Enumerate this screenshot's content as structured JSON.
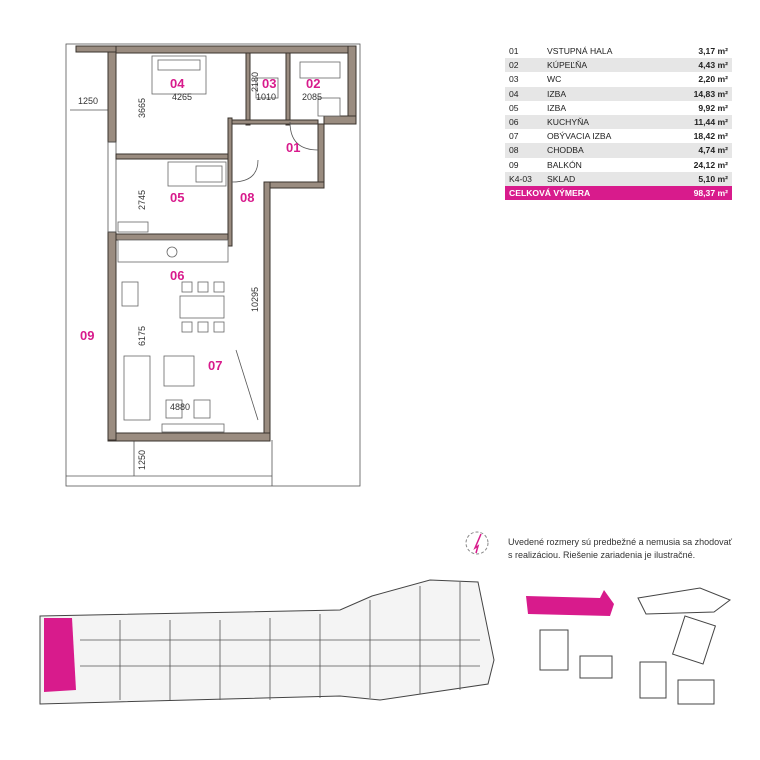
{
  "rooms": [
    {
      "num": "01",
      "name": "VSTUPNÁ HALA",
      "area": "3,17 m²"
    },
    {
      "num": "02",
      "name": "KÚPEĽŇA",
      "area": "4,43 m²"
    },
    {
      "num": "03",
      "name": "WC",
      "area": "2,20 m²"
    },
    {
      "num": "04",
      "name": "IZBA",
      "area": "14,83 m²"
    },
    {
      "num": "05",
      "name": "IZBA",
      "area": "9,92 m²"
    },
    {
      "num": "06",
      "name": "KUCHYŇA",
      "area": "11,44 m²"
    },
    {
      "num": "07",
      "name": "OBÝVACIA IZBA",
      "area": "18,42 m²"
    },
    {
      "num": "08",
      "name": "CHODBA",
      "area": "4,74 m²"
    },
    {
      "num": "09",
      "name": "BALKÓN",
      "area": "24,12 m²"
    },
    {
      "num": "K4-03",
      "name": "SKLAD",
      "area": "5,10 m²"
    }
  ],
  "total": {
    "label": "CELKOVÁ VÝMERA",
    "area": "98,37 m²"
  },
  "plan_labels": {
    "r01": "01",
    "r02": "02",
    "r03": "03",
    "r04": "04",
    "r05": "05",
    "r06": "06",
    "r07": "07",
    "r08": "08",
    "r09": "09"
  },
  "dimensions": {
    "d1250_top": "1250",
    "d4265": "4265",
    "d3665": "3665",
    "d2180": "2180",
    "d1010": "1010",
    "d2085": "2085",
    "d2745": "2745",
    "d10295": "10295",
    "d6175": "6175",
    "d4880": "4880",
    "d1250_bottom": "1250"
  },
  "note": "Uvedené rozmery sú predbežné a nemusia sa zhodovať s realizáciou. Riešenie zariadenia je ilustračné.",
  "colors": {
    "accent": "#d81b8c",
    "wall": "#9a8c80"
  }
}
